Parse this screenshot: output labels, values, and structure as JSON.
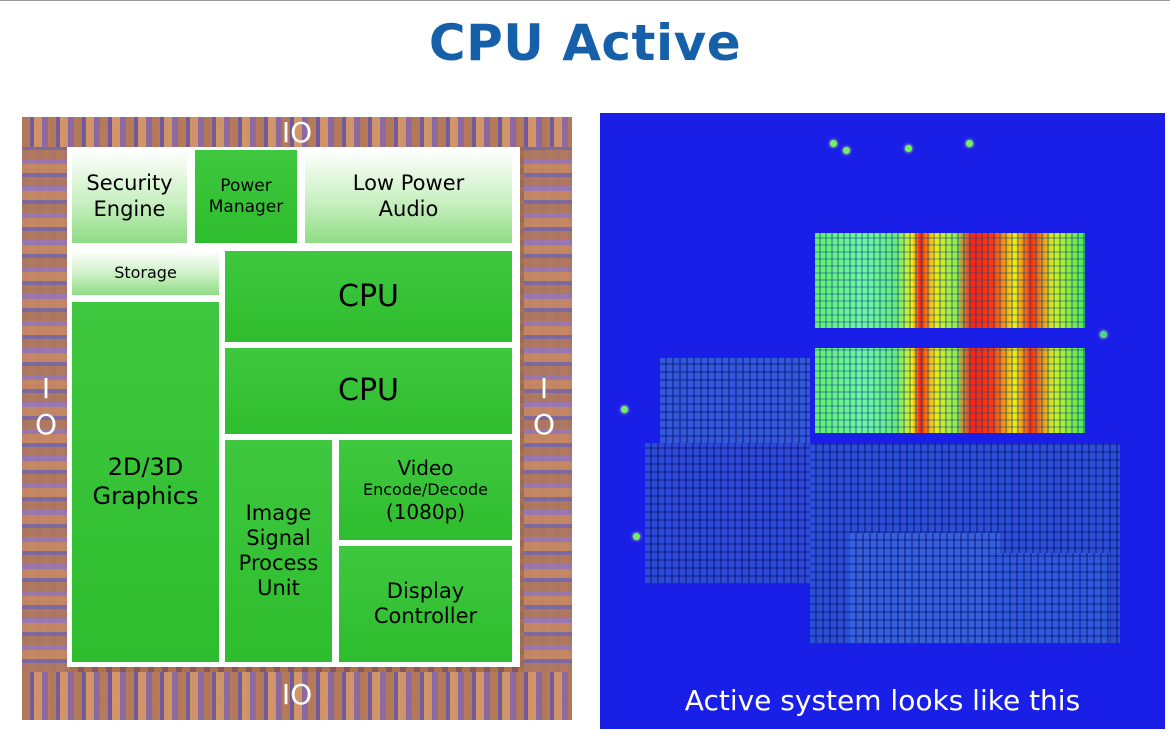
{
  "title": "CPU Active",
  "floorplan": {
    "io_top": "IO",
    "io_bottom": "IO",
    "io_left": "I\nO",
    "io_right": "I\nO",
    "blocks": {
      "security_engine": "Security\nEngine",
      "power_manager": "Power\nManager",
      "low_power_audio": "Low Power\nAudio",
      "storage": "Storage",
      "cpu_1": "CPU",
      "cpu_2": "CPU",
      "graphics": "2D/3D\nGraphics",
      "isp": "Image\nSignal\nProcess\nUnit",
      "video_title": "Video",
      "video_sub": "Encode/Decode",
      "video_res": "(1080p)",
      "display_controller": "Display\nController"
    }
  },
  "thermal": {
    "caption": "Active system looks like this",
    "colors": {
      "cold": "#1a1fe8",
      "warm": "#63f06a",
      "hot": "#ff1e08"
    }
  },
  "colors": {
    "title": "#1560a8",
    "block_green": "#2fc32f"
  }
}
